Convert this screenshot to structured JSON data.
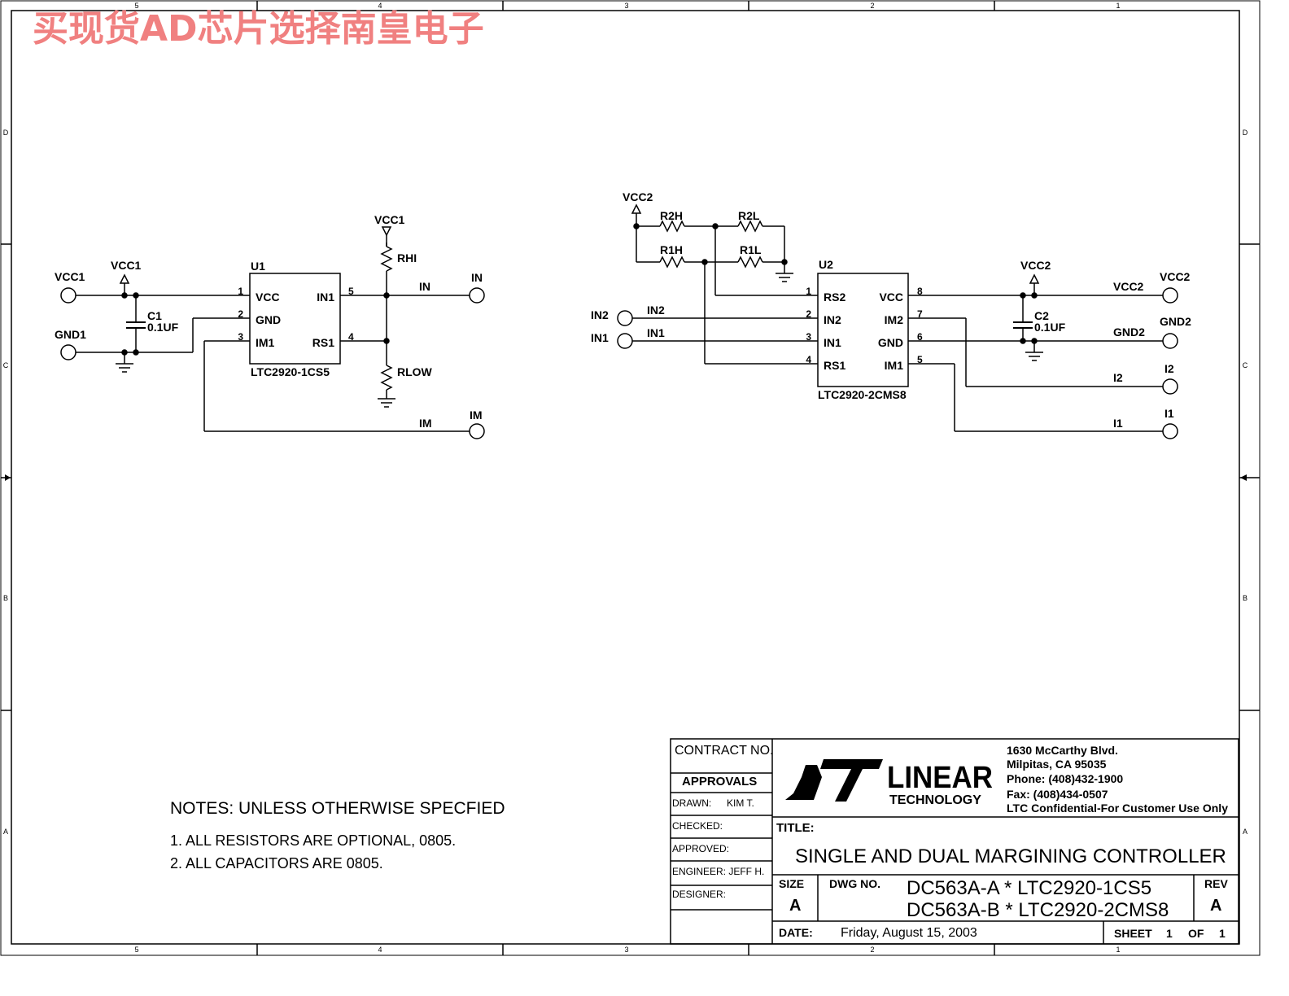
{
  "watermark": "买现货AD芯片选择南皇电子",
  "frame": {
    "cols": [
      "5",
      "4",
      "3",
      "2",
      "1"
    ],
    "rows": [
      "D",
      "C",
      "B",
      "A"
    ]
  },
  "circuit1": {
    "ref": "U1",
    "part": "LTC2920-1CS5",
    "pins": {
      "left": [
        {
          "num": "1",
          "name": "VCC"
        },
        {
          "num": "2",
          "name": "GND"
        },
        {
          "num": "3",
          "name": "IM1"
        }
      ],
      "right": [
        {
          "num": "5",
          "name": "IN1"
        },
        {
          "num": "4",
          "name": "RS1"
        }
      ]
    },
    "cap_ref": "C1",
    "cap_val": "0.1UF",
    "vcc_flag": "VCC1",
    "rhi": "RHI",
    "rlow": "RLOW",
    "net_in": "IN",
    "net_im": "IM",
    "terminals": {
      "vcc1": "VCC1",
      "gnd1": "GND1",
      "in": "IN",
      "im": "IM"
    }
  },
  "circuit2": {
    "ref": "U2",
    "part": "LTC2920-2CMS8",
    "pins": {
      "left": [
        {
          "num": "1",
          "name": "RS2"
        },
        {
          "num": "2",
          "name": "IN2"
        },
        {
          "num": "3",
          "name": "IN1"
        },
        {
          "num": "4",
          "name": "RS1"
        }
      ],
      "right": [
        {
          "num": "8",
          "name": "VCC"
        },
        {
          "num": "7",
          "name": "IM2"
        },
        {
          "num": "6",
          "name": "GND"
        },
        {
          "num": "5",
          "name": "IM1"
        }
      ]
    },
    "resistors": {
      "r2h": "R2H",
      "r2l": "R2L",
      "r1h": "R1H",
      "r1l": "R1L"
    },
    "cap_ref": "C2",
    "cap_val": "0.1UF",
    "vcc_flag": "VCC2",
    "nets": {
      "in2": "IN2",
      "in1": "IN1",
      "vcc2": "VCC2",
      "gnd2": "GND2",
      "i2": "I2",
      "i1": "I1"
    },
    "terminals": {
      "in2": "IN2",
      "in1": "IN1",
      "vcc2": "VCC2",
      "gnd2": "GND2",
      "i2": "I2",
      "i1": "I1"
    }
  },
  "notes": {
    "title": "NOTES: UNLESS OTHERWISE SPECFIED",
    "items": [
      "1.  ALL RESISTORS ARE OPTIONAL, 0805.",
      "2.  ALL CAPACITORS ARE 0805."
    ]
  },
  "title_block": {
    "contract": "CONTRACT NO.",
    "approvals": "APPROVALS",
    "drawn_label": "DRAWN:",
    "drawn_value": "KIM T.",
    "checked": "CHECKED:",
    "approved": "APPROVED:",
    "engineer": "ENGINEER:  JEFF H.",
    "designer": "DESIGNER:",
    "logo_main": "LINEAR",
    "logo_sub": "TECHNOLOGY",
    "address": [
      "1630 McCarthy Blvd.",
      "Milpitas, CA 95035",
      "Phone: (408)432-1900",
      "Fax: (408)434-0507",
      "LTC Confidential-For Customer Use Only"
    ],
    "title_label": "TITLE:",
    "title": "SINGLE AND DUAL MARGINING CONTROLLER",
    "size_label": "SIZE",
    "size": "A",
    "dwg_label": "DWG NO.",
    "dwg": [
      "DC563A-A * LTC2920-1CS5",
      "DC563A-B * LTC2920-2CMS8"
    ],
    "rev_label": "REV",
    "rev": "A",
    "date_label": "DATE:",
    "date": "Friday, August 15, 2003",
    "sheet_label": "SHEET",
    "sheet": "1",
    "of_label": "OF",
    "of": "1"
  }
}
